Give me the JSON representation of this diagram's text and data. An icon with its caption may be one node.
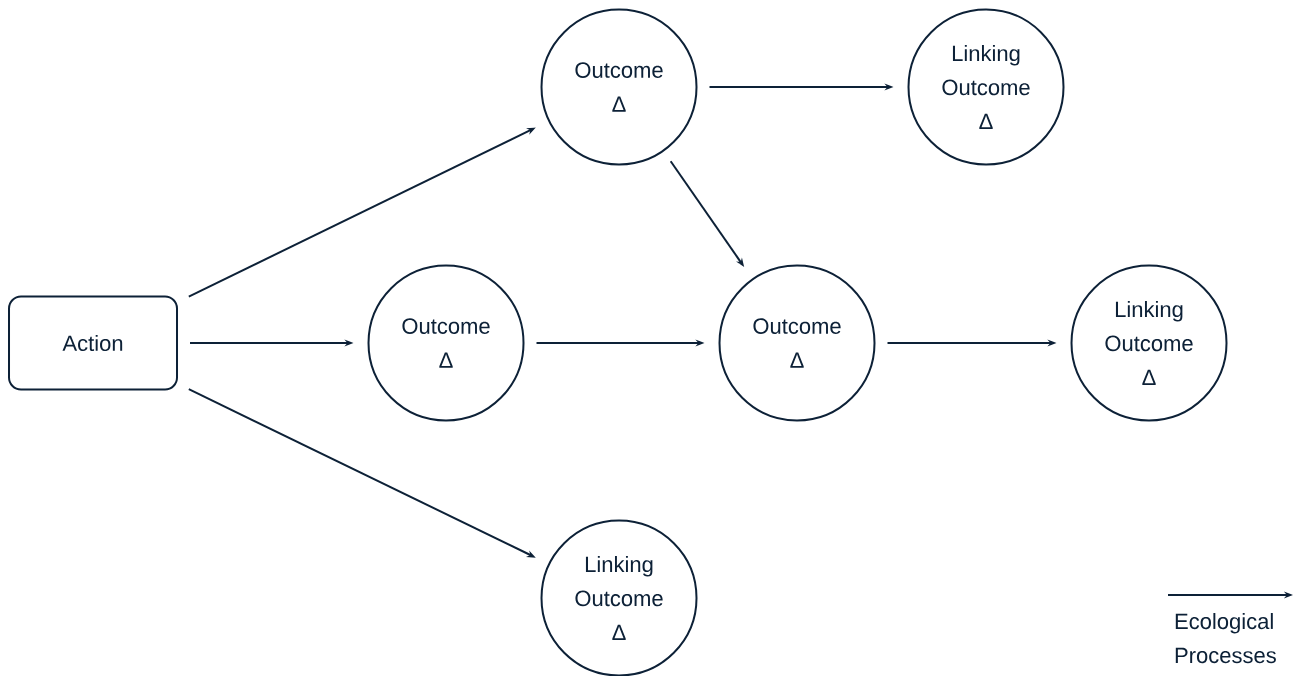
{
  "diagram": {
    "nodes": [
      {
        "text": [
          "Action"
        ]
      },
      {
        "text": [
          "Outcome Δ"
        ]
      },
      {
        "text": [
          "Linking Outcome Δ"
        ]
      },
      {
        "text": [
          "Outcome Δ"
        ]
      },
      {
        "text": [
          "Outcome Δ"
        ]
      },
      {
        "text": [
          "Linking Outcome Δ"
        ]
      },
      {
        "text": [
          "Linking Outcome Δ"
        ]
      }
    ],
    "edges": [
      {
        "from": 0,
        "to": 1,
        "arrow": "to"
      },
      {
        "from": 0,
        "to": 3,
        "arrow": "to"
      },
      {
        "from": 0,
        "to": 6,
        "arrow": "to"
      },
      {
        "from": 1,
        "to": 2,
        "arrow": "to"
      },
      {
        "from": 1,
        "to": 4,
        "arrow": "to"
      },
      {
        "from": 3,
        "to": 4,
        "arrow": "to"
      },
      {
        "from": 4,
        "to": 5,
        "arrow": "to"
      }
    ],
    "legend": [
      {
        "text": "Ecological Processes"
      }
    ]
  }
}
